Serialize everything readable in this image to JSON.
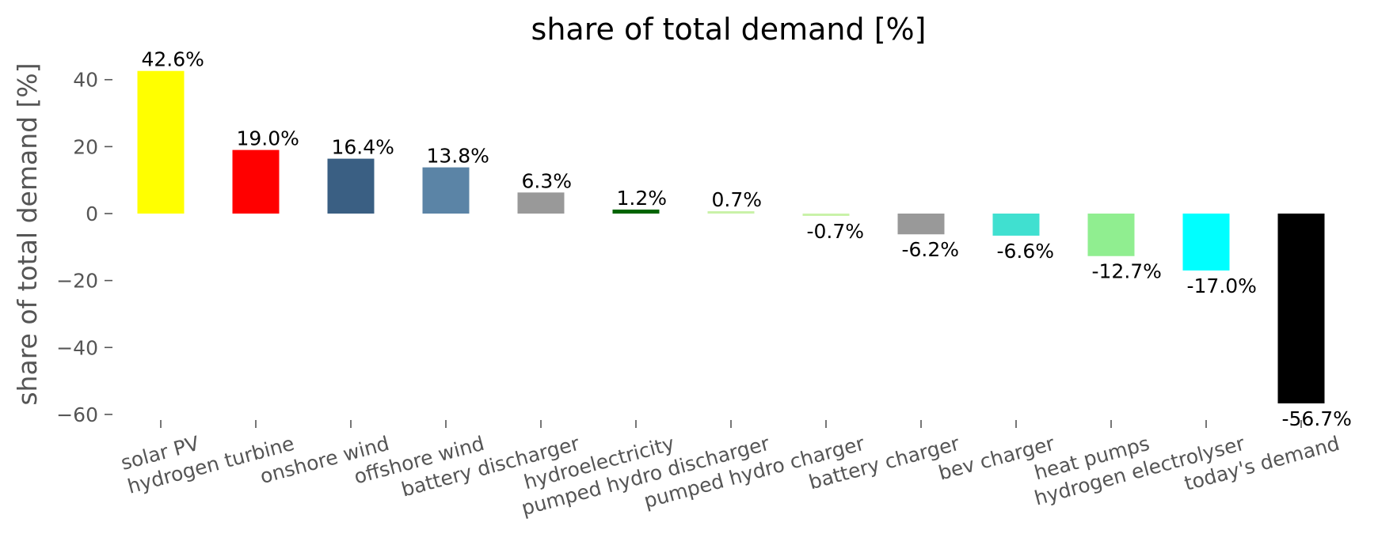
{
  "chart_data": {
    "type": "bar",
    "title": "share of total demand [%]",
    "xlabel": "",
    "ylabel": "share of total demand [%]",
    "ylim": [
      -62,
      44.5
    ],
    "yticks": [
      40,
      20,
      0,
      -20,
      -40,
      -60
    ],
    "ytick_labels": [
      "40",
      "20",
      "0",
      "−20",
      "−40",
      "−60"
    ],
    "grid": false,
    "categories": [
      "solar PV",
      "hydrogen turbine",
      "onshore wind",
      "offshore wind",
      "battery discharger",
      "hydroelectricity",
      "pumped hydro discharger",
      "pumped hydro charger",
      "battery charger",
      "bev charger",
      "heat pumps",
      "hydrogen electrolyser",
      "today's demand"
    ],
    "values": [
      42.6,
      19.0,
      16.4,
      13.8,
      6.3,
      1.2,
      0.7,
      -0.7,
      -6.2,
      -6.6,
      -12.7,
      -17.0,
      -56.7
    ],
    "value_labels": [
      "42.6%",
      "19.0%",
      "16.4%",
      "13.8%",
      "6.3%",
      "1.2%",
      "0.7%",
      "-0.7%",
      "-6.2%",
      "-6.6%",
      "-12.7%",
      "-17.0%",
      "-56.7%"
    ],
    "colors": [
      "#ffff00",
      "#ff0000",
      "#3a5f83",
      "#5b84a6",
      "#999999",
      "#006400",
      "#c9f2a8",
      "#c9f2a8",
      "#999999",
      "#40e0d0",
      "#90ee90",
      "#00ffff",
      "#000000"
    ]
  }
}
